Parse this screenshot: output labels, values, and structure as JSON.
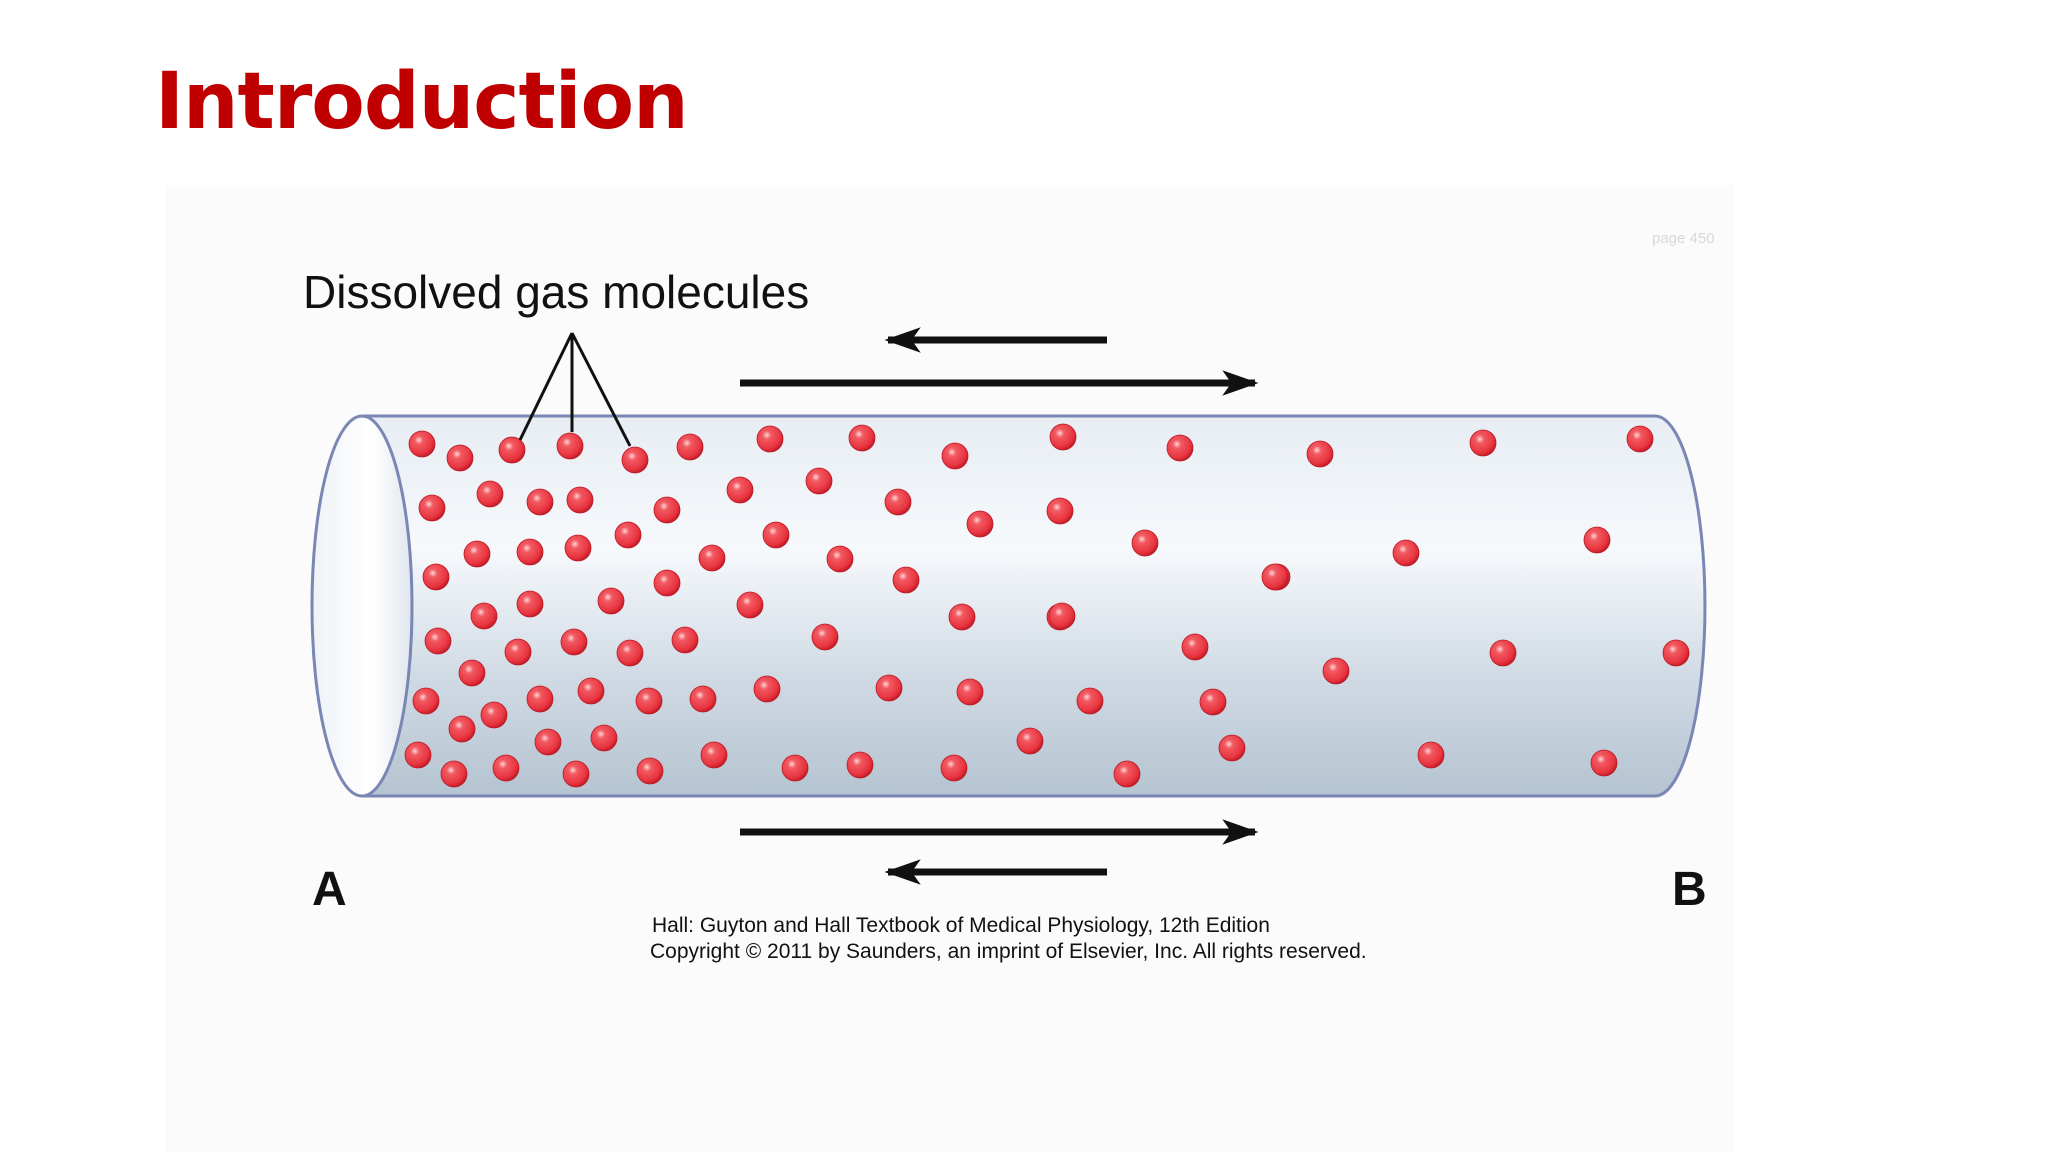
{
  "slide": {
    "title": "Introduction"
  },
  "diagram": {
    "molecule_label": "Dissolved gas molecules",
    "end_label_left": "A",
    "end_label_right": "B",
    "watermark": "page 450",
    "caption_line1": "Hall: Guyton and Hall Textbook of Medical Physiology, 12th Edition",
    "caption_line2": "Copyright © 2011 by Saunders, an imprint of Elsevier, Inc. All rights reserved.",
    "colors": {
      "title": "#c00000",
      "molecule": "#e8343f",
      "tube_outline": "#7a86b4",
      "arrow": "#111111"
    }
  }
}
